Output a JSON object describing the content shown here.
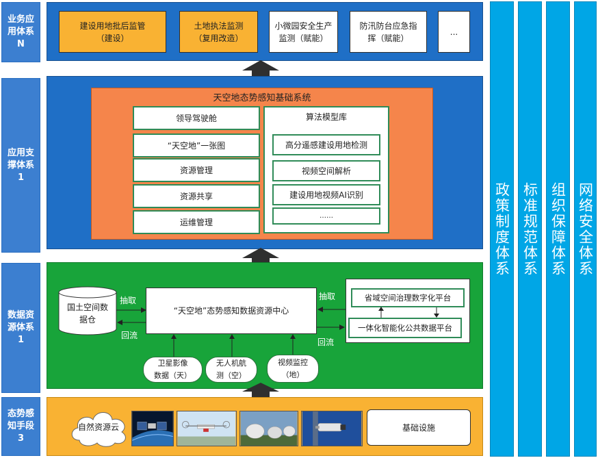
{
  "layers": {
    "business": {
      "label": "业务应\n用体系\nN"
    },
    "support": {
      "label": "应用支\n撑体系\n1"
    },
    "data": {
      "label": "数据资\n源体系\n1"
    },
    "sensing": {
      "label": "态势感\n知手段\n3"
    }
  },
  "business_items": [
    "建设用地批后监管\n（建设）",
    "土地执法监测\n（复用改造）",
    "小微园安全生产\n监测（赋能）",
    "防汛防台应急指\n挥（赋能）",
    "..."
  ],
  "support_system": {
    "title": "天空地态势感知基础系统",
    "left_items": [
      "领导驾驶舱",
      "“天空地”一张图",
      "资源管理",
      "资源共享",
      "运维管理"
    ],
    "algo_title": "算法模型库",
    "algo_items": [
      "高分遥感建设用地检测",
      "视频空间解析",
      "建设用地视频AI识别",
      "……"
    ]
  },
  "data_layer": {
    "db": "国土空间数\n据仓",
    "center": "“天空地”态势感知数据资源中心",
    "extract_left": "抽取",
    "return_left": "回流",
    "extract_right": "抽取",
    "return_right": "回流",
    "platform_top": "省域空间治理数字化平台",
    "platform_bottom": "一体化智能化公共数据平台",
    "sources": [
      "卫星影像\n数据（天）",
      "无人机航\n测（空）",
      "视频监控\n（地）"
    ]
  },
  "sensing_layer": {
    "cloud": "自然资源云",
    "infra": "基础设施"
  },
  "side_columns": [
    "政策制度体系",
    "标准规范体系",
    "组织保障体系",
    "网络安全体系"
  ],
  "colors": {
    "blue_layer": "#1f6fc6",
    "label_blue": "#3c7fd0",
    "green": "#18a43a",
    "orange": "#f9b233",
    "salmon": "#f5854b",
    "side": "#00a6e6"
  }
}
